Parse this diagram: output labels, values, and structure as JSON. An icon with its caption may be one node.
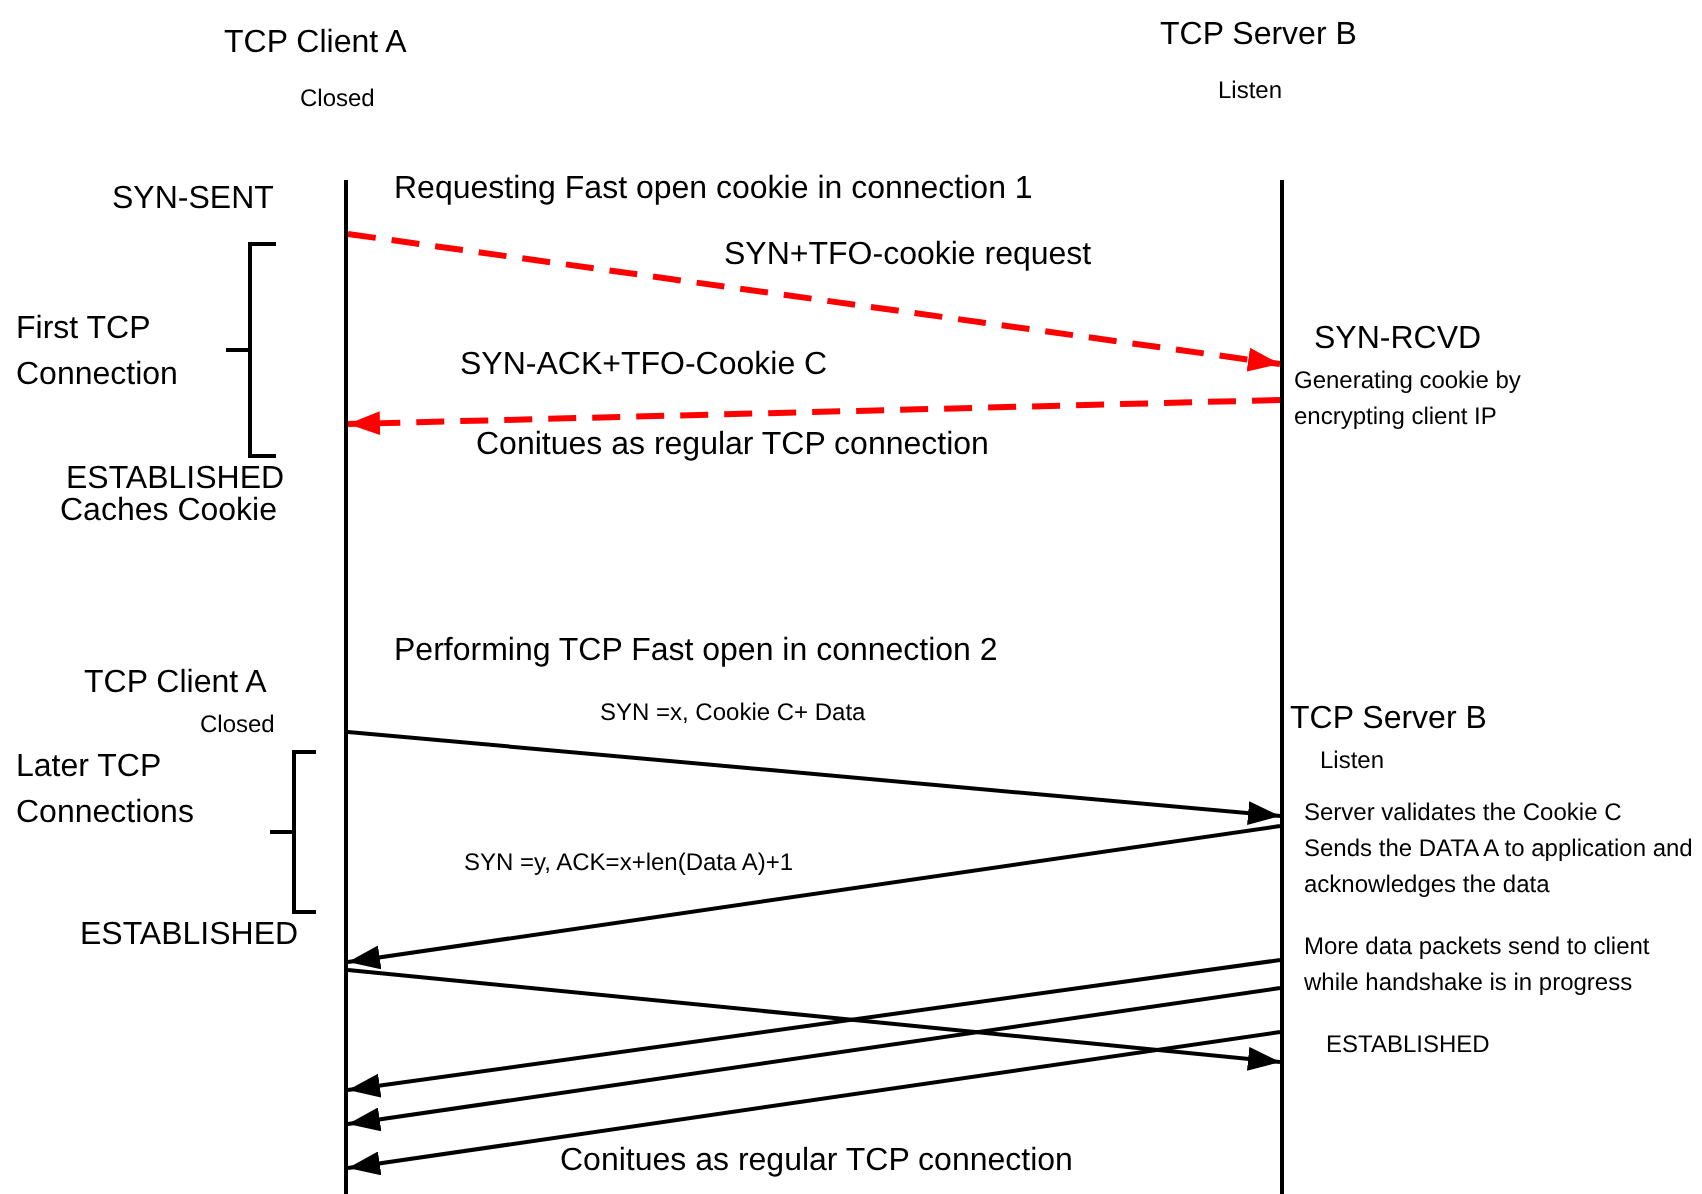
{
  "diagram": {
    "nodes": [
      {
        "text": [],
        "shape": "bar"
      },
      {
        "text": [],
        "shape": "bar"
      }
    ],
    "edges": [
      {
        "from": 0,
        "to": 1,
        "arrow": "to",
        "label": "SYN+TFO-cookie request",
        "style": "dashed",
        "color": "#ff0000"
      },
      {
        "from": 1,
        "to": 0,
        "arrow": "to",
        "label": "SYN-ACK+TFO-Cookie C",
        "style": "dashed",
        "color": "#ff0000"
      },
      {
        "from": 0,
        "to": 1,
        "arrow": "to",
        "label": "SYN =x, Cookie C+ Data"
      },
      {
        "from": 1,
        "to": 0,
        "arrow": "to",
        "label": "SYN =y, ACK=x+len(Data A)+1"
      },
      {
        "from": 0,
        "to": 1,
        "arrow": "to"
      },
      {
        "from": 1,
        "to": 0,
        "arrow": "to"
      },
      {
        "from": 1,
        "to": 0,
        "arrow": "to"
      },
      {
        "from": 1,
        "to": 0,
        "arrow": "to"
      }
    ],
    "labels": [
      "TCP Client A",
      "Closed",
      "TCP Server B",
      "Listen",
      "Requesting Fast open cookie in connection 1",
      "SYN-SENT",
      "First TCP Connection",
      "SYN-RCVD",
      "Generating cookie by encrypting client IP",
      "Conitues as regular TCP connection",
      "ESTABLISHED",
      "Caches Cookie",
      "Performing TCP Fast open in connection 2",
      "TCP Client A",
      "Closed",
      "TCP Server B",
      "Listen",
      "Later TCP Connections",
      "Server validates the Cookie C Sends the DATA A to application and acknowledges the data",
      "ESTABLISHED",
      "More data packets send to client while handshake is in progress",
      "ESTABLISHED",
      "Conitues as regular TCP connection"
    ]
  }
}
